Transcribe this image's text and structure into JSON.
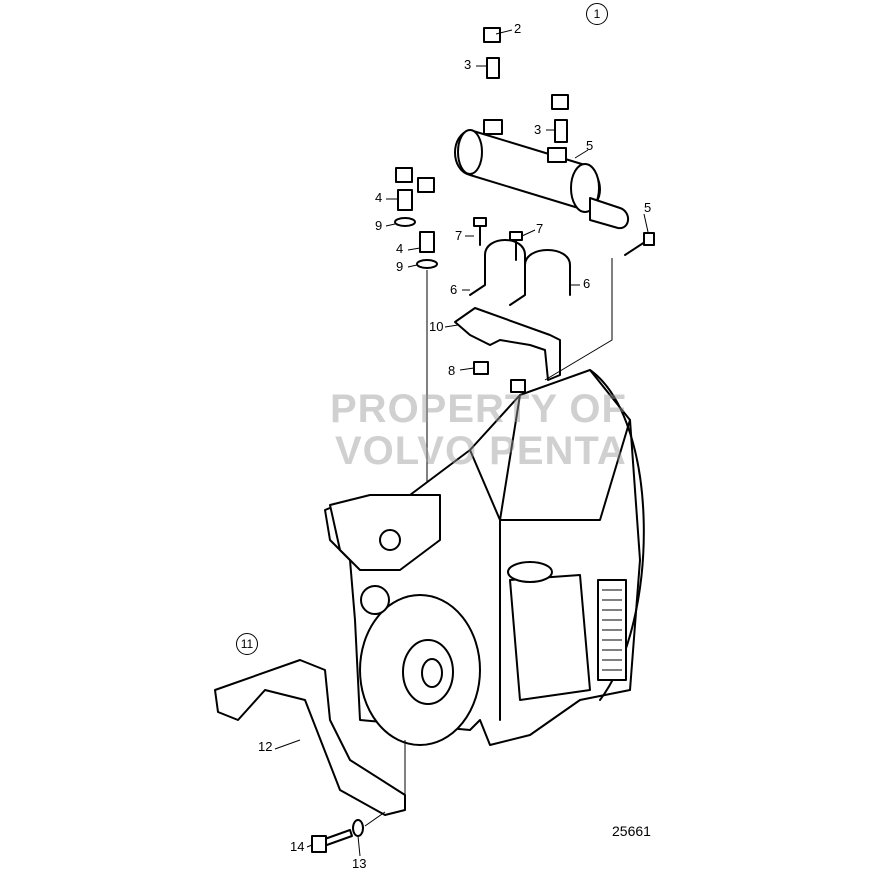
{
  "diagram": {
    "drawing_number": "25661",
    "watermark": [
      "PROPERTY OF",
      "VOLVO PENTA"
    ],
    "groups": [
      "1",
      "11"
    ],
    "callouts": [
      "2",
      "3",
      "3",
      "5",
      "5",
      "4",
      "9",
      "4",
      "9",
      "7",
      "7",
      "6",
      "6",
      "10",
      "8",
      "12",
      "14",
      "13"
    ]
  }
}
